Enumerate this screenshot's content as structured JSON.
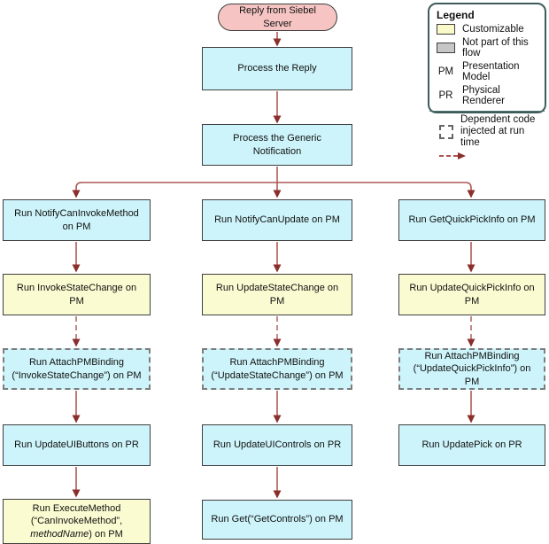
{
  "colors": {
    "box_cyan": "#cdf4fa",
    "box_yellow": "#fbfbd2",
    "oval_pink": "#f6c5c3",
    "swatch_gray": "#c6c6c6",
    "arrow_line": "#ad5a57",
    "arrow_line_dashed": "#c28b88",
    "arrow_head": "#8a2f2c",
    "legend_border": "#3e5c5c",
    "node_border": "#3f3f3f"
  },
  "diagram": {
    "start": {
      "label": "Reply from Siebel Server"
    },
    "top_nodes": [
      {
        "label": "Process the Reply"
      },
      {
        "label": "Process the Generic Notification"
      }
    ],
    "columns": [
      {
        "nodes": [
          {
            "label": "Run NotifyCanInvokeMethod on PM"
          },
          {
            "label": "Run InvokeStateChange on PM"
          },
          {
            "line1": "Run AttachPMBinding",
            "line2": "(“InvokeStateChange”) on PM"
          },
          {
            "label": "Run UpdateUIButtons on PR"
          },
          {
            "line1": "Run ExecuteMethod",
            "line2": "(“CanInvokeMethod”,",
            "line3_italic": "methodName",
            "line3_rest": ") on PM"
          }
        ]
      },
      {
        "nodes": [
          {
            "label": "Run NotifyCanUpdate on PM"
          },
          {
            "label": "Run UpdateStateChange on PM"
          },
          {
            "line1": "Run AttachPMBinding",
            "line2": "(“UpdateStateChange”) on PM"
          },
          {
            "label": "Run UpdateUIControls on PR"
          },
          {
            "label": "Run Get(“GetControls”) on PM"
          }
        ]
      },
      {
        "nodes": [
          {
            "label": "Run GetQuickPickInfo on PM"
          },
          {
            "label": "Run UpdateQuickPickInfo on PM"
          },
          {
            "line1": "Run AttachPMBinding",
            "line2": "(“UpdateQuickPickInfo”) on PM"
          },
          {
            "label": "Run UpdatePick on PR"
          }
        ]
      }
    ]
  },
  "legend": {
    "title": "Legend",
    "items": [
      {
        "swatch": "yellow",
        "label": "Customizable"
      },
      {
        "swatch": "gray",
        "label": "Not part of this flow"
      },
      {
        "key": "PM",
        "label": "Presentation Model"
      },
      {
        "key": "PR",
        "label": "Physical Renderer"
      }
    ],
    "dependent": {
      "line1": "Dependent code",
      "line2": "injected at run time",
      "icon": "dashed-box-icon",
      "arrow_icon": "dashed-arrow-icon"
    }
  }
}
